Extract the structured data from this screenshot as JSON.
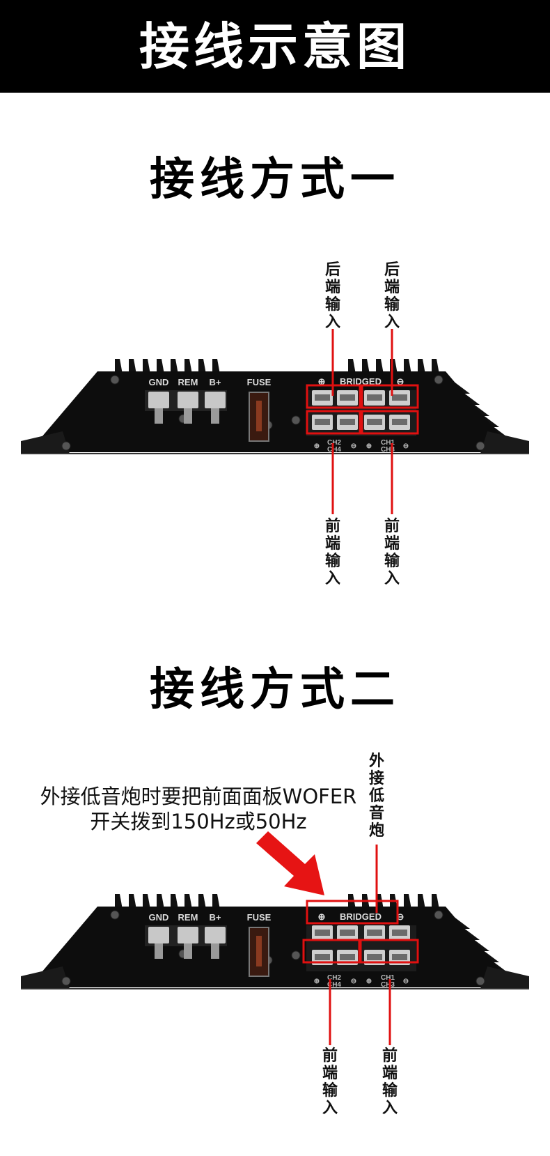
{
  "header": {
    "title": "接线示意图"
  },
  "section1": {
    "title": "接线方式一",
    "rear_label_left": "后端输入",
    "rear_label_right": "后端输入",
    "front_label_left": "前端输入",
    "front_label_right": "前端输入"
  },
  "section2": {
    "title": "接线方式二",
    "note_line1": "外接低音炮时要把前面面板WOFER",
    "note_line2": "开关拨到150Hz或50Hz",
    "sub_label": "外接低音炮",
    "front_label_left": "前端输入",
    "front_label_right": "前端输入"
  },
  "amplifier": {
    "gnd": "GND",
    "rem": "REM",
    "bplus": "B+",
    "fuse": "FUSE",
    "bridged": "BRIDGED",
    "ch_left_top": "CH2",
    "ch_left_bottom": "CH4",
    "ch_right_top": "CH1",
    "ch_right_bottom": "CH3",
    "plus_symbol": "⊕",
    "minus_symbol": "⊖"
  },
  "colors": {
    "highlight": "#e01010",
    "body": "#0d0d0d",
    "arrow": "#e61414"
  }
}
